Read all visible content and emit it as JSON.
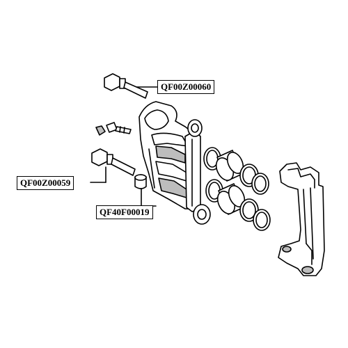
{
  "diagram": {
    "part_labels": {
      "upper_bolt": "QF00Z00060",
      "lower_bolt": "QF00Z00059",
      "bushing": "QF40F00019"
    }
  },
  "colors": {
    "line": "#000000",
    "background": "#ffffff",
    "shade": "#bdbdbd"
  }
}
